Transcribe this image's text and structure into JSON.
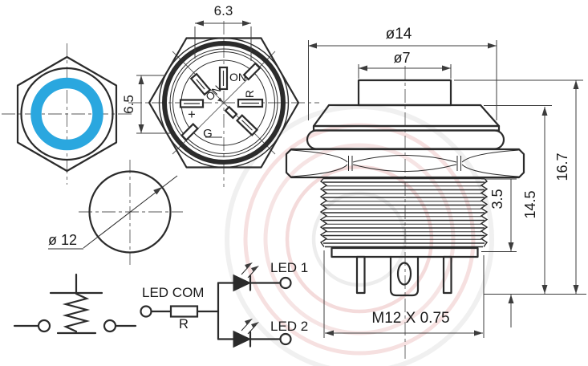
{
  "colors": {
    "led_ring": "#2AA7DF",
    "line": "#2b2b2b"
  },
  "rear_view": {
    "dim_width": "6.3",
    "dim_height": "6.5",
    "pin_top_label": "ON",
    "pin_right_label": "R",
    "pin_left_label": "+",
    "pin_bottom_label": "G",
    "center_label": "ON"
  },
  "panel_cutout": {
    "dim_diameter": "ø 12"
  },
  "side_view": {
    "dim_head_diameter": "ø14",
    "dim_actuator_diameter": "ø7",
    "dim_total_height": "16.7",
    "dim_body_height": "14.5",
    "dim_terminal_height": "3.5",
    "dim_thread_spec": "M12 X 0.75"
  },
  "schematic": {
    "led_com_label": "LED COM",
    "resistor_label": "R",
    "led1_label": "LED 1",
    "led2_label": "LED 2"
  }
}
